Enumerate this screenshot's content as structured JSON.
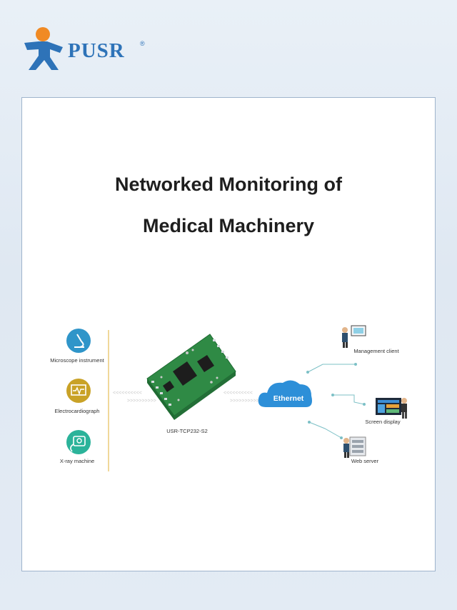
{
  "brand": {
    "name": "PUSR",
    "registered": "®"
  },
  "title": {
    "line1": "Networked Monitoring of",
    "line2": "Medical Machinery"
  },
  "devices": [
    {
      "label": "Microscope instrument",
      "icon": "microscope-icon",
      "color": "#2f95c9"
    },
    {
      "label": "Electrocardiograph",
      "icon": "ecg-icon",
      "color": "#c9a227"
    },
    {
      "label": "X-ray machine",
      "icon": "xray-icon",
      "color": "#2bb39a"
    }
  ],
  "module": {
    "label": "USR-TCP232-S2"
  },
  "network": {
    "label": "Ethernet"
  },
  "clients": [
    {
      "label": "Management client",
      "icon": "management-client-icon"
    },
    {
      "label": "Screen display",
      "icon": "screen-display-icon"
    },
    {
      "label": "Web server",
      "icon": "web-server-icon"
    }
  ]
}
